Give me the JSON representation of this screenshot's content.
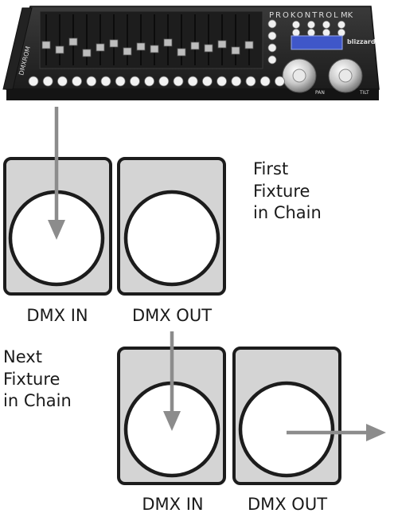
{
  "controller": {
    "brand_text": "PROKONTROL",
    "model_text": "MK",
    "side_text": "DMXROM",
    "logo_text": "blizzard",
    "pan_label": "PAN",
    "tilt_label": "TILT"
  },
  "annotations": {
    "first_fixture": [
      "First",
      "Fixture",
      "in Chain"
    ],
    "next_fixture": [
      "Next",
      "Fixture",
      "in Chain"
    ]
  },
  "connectors": {
    "dmx_in": "DMX IN",
    "dmx_out": "DMX OUT"
  },
  "colors": {
    "connector_fill": "#d4d4d4",
    "connector_border": "#1c1c1c",
    "arrow": "#8c8c8c",
    "controller_body": "#2b2b2b",
    "lcd": "#3f57c9"
  }
}
